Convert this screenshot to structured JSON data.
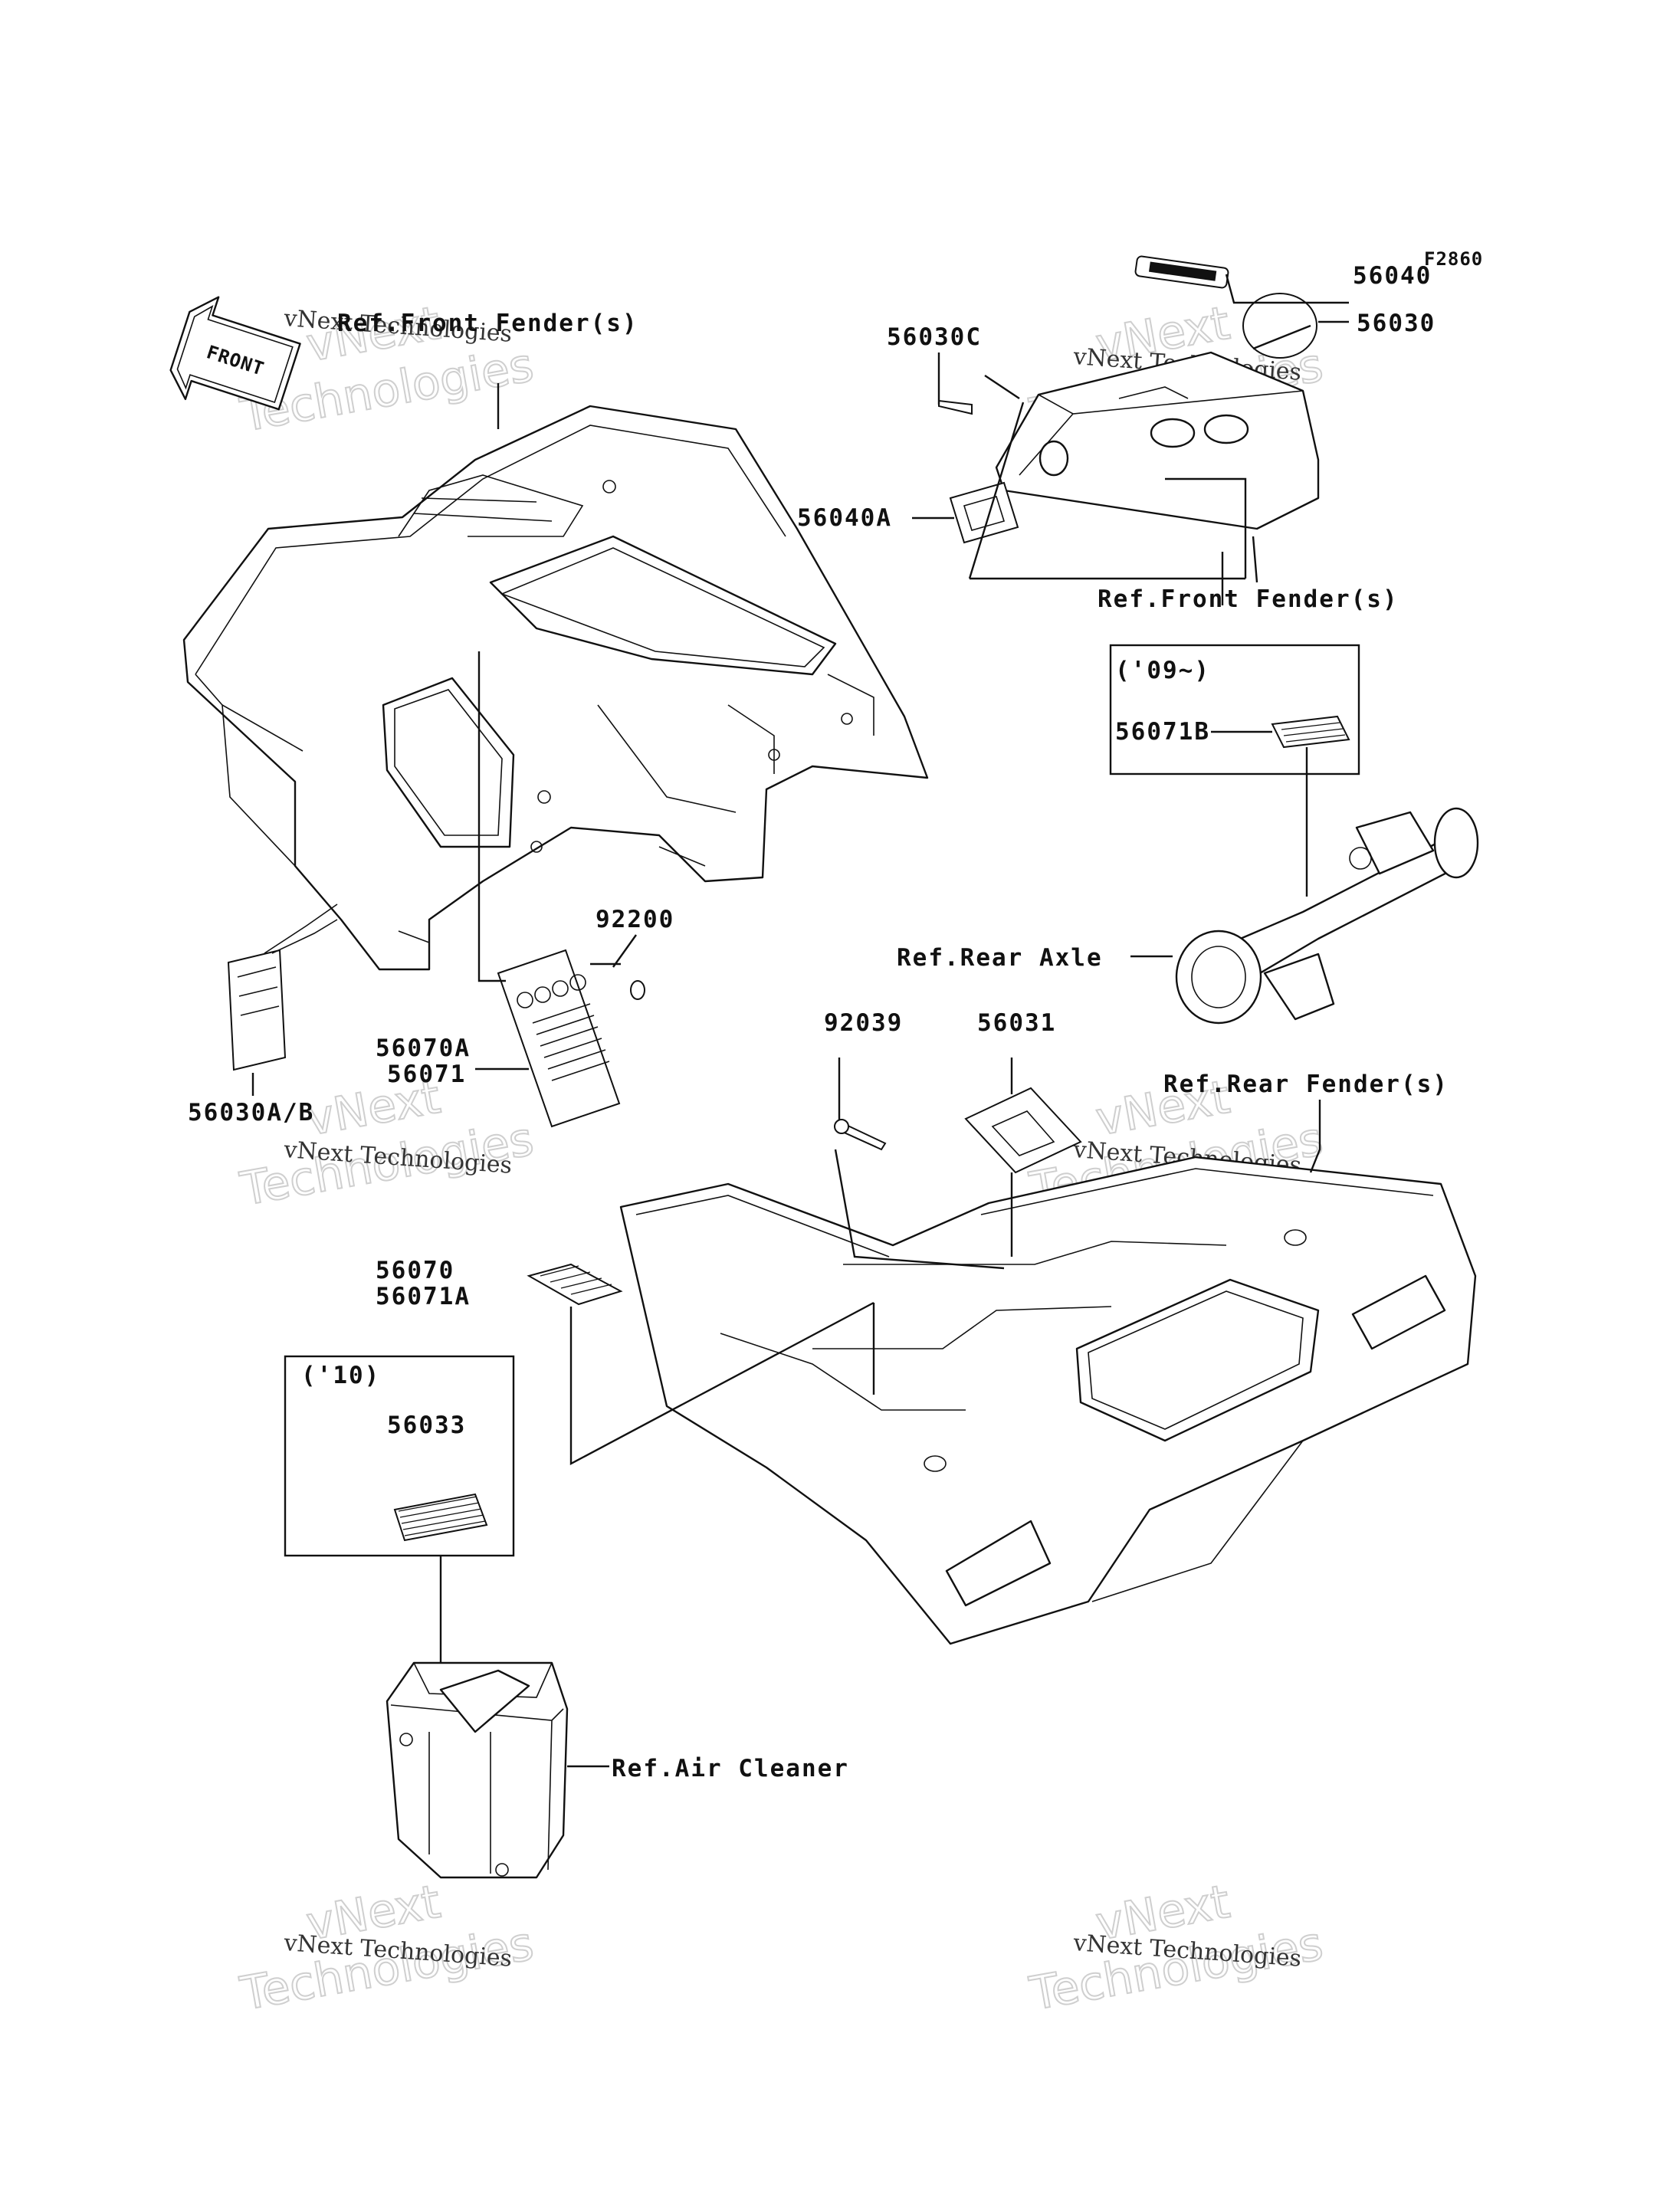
{
  "figure_id": "F2860",
  "front_arrow": "FRONT",
  "watermarks": [
    {
      "line1": "vNext",
      "line2": "Technologies",
      "caption": "vNext Technologies"
    },
    {
      "line1": "vNext",
      "line2": "Technologies",
      "caption": "vNext Technologies"
    },
    {
      "line1": "vNext",
      "line2": "Technologies",
      "caption": "vNext Technologies"
    },
    {
      "line1": "vNext",
      "line2": "Technologies",
      "caption": "vNext Technologies"
    },
    {
      "line1": "vNext",
      "line2": "Technologies",
      "caption": "vNext Technologies"
    },
    {
      "line1": "vNext",
      "line2": "Technologies",
      "caption": "vNext Technologies"
    }
  ],
  "refs": {
    "front_fender_1": "Ref.Front Fender(s)",
    "front_fender_2": "Ref.Front Fender(s)",
    "rear_axle": "Ref.Rear Axle",
    "rear_fender": "Ref.Rear Fender(s)",
    "air_cleaner": "Ref.Air Cleaner"
  },
  "parts": {
    "p56040": "56040",
    "p56030": "56030",
    "p56030C": "56030C",
    "p56040A": "56040A",
    "p56071B": "56071B",
    "p92200": "92200",
    "p56070A": "56070A",
    "p56071": "56071",
    "p56030AB": "56030A/B",
    "p92039": "92039",
    "p56031": "56031",
    "p56070": "56070",
    "p56071A": "56071A",
    "p56033": "56033"
  },
  "boxes": {
    "box_09": "('09~)",
    "box_10": "('10)"
  }
}
